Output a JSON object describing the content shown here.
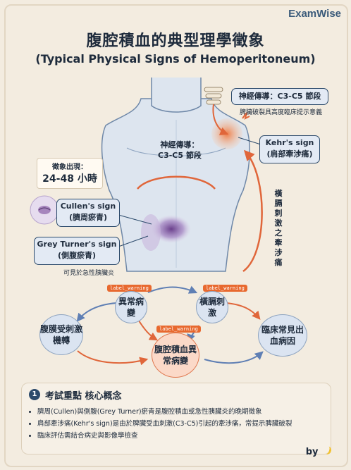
{
  "brand": "ExamWise",
  "title": "腹腔積血的典型理學徵象",
  "subtitle": "(Typical Physical Signs of Hemoperitoneum)",
  "nerve_box": {
    "title": "神經傳導：C3-C5 節段",
    "note": "脾臟破裂具高度臨床提示意義"
  },
  "nerve_label": {
    "line1": "神經傳導：",
    "line2": "C3-C5 節段"
  },
  "onset": {
    "label": "徵象出現：",
    "value": "24-48 小時"
  },
  "kehr": {
    "title": "Kehr's sign",
    "sub": "(肩部牽涉痛)"
  },
  "cullen": {
    "title": "Cullen's sign",
    "sub": "(臍周瘀青)"
  },
  "grey_turner": {
    "title": "Grey Turner's sign",
    "sub": "(側腹瘀青)",
    "note": "可見於急性胰臟炎"
  },
  "vertical_label": "橫膈刺激之牽涉痛",
  "flow": {
    "abnormal": "異常病變",
    "diaphragm": "橫膈刺激",
    "peritoneum": "腹膜受刺激機轉",
    "center": "腹腔積血異常病變",
    "clinical": "臨床常見出血病因",
    "warning_tag": "label_warning"
  },
  "key_points": {
    "number": "1",
    "title": "考試重點 核心概念",
    "items": [
      "臍周(Cullen)與側腹(Grey Turner)瘀青是腹腔積血或急性胰臟炎的晚期徵象",
      "肩部牽涉痛(Kehr's sign)是由於脾臟受血刺激(C3-C5)引起的牽涉痛，常提示脾臟破裂",
      "臨床評估需結合病史與影像學檢查"
    ]
  },
  "byline": "by",
  "colors": {
    "navy": "#2c4a6b",
    "accent": "#e8692f",
    "bruise": "#8a5fa8",
    "box_fill": "#e3eaf4"
  }
}
